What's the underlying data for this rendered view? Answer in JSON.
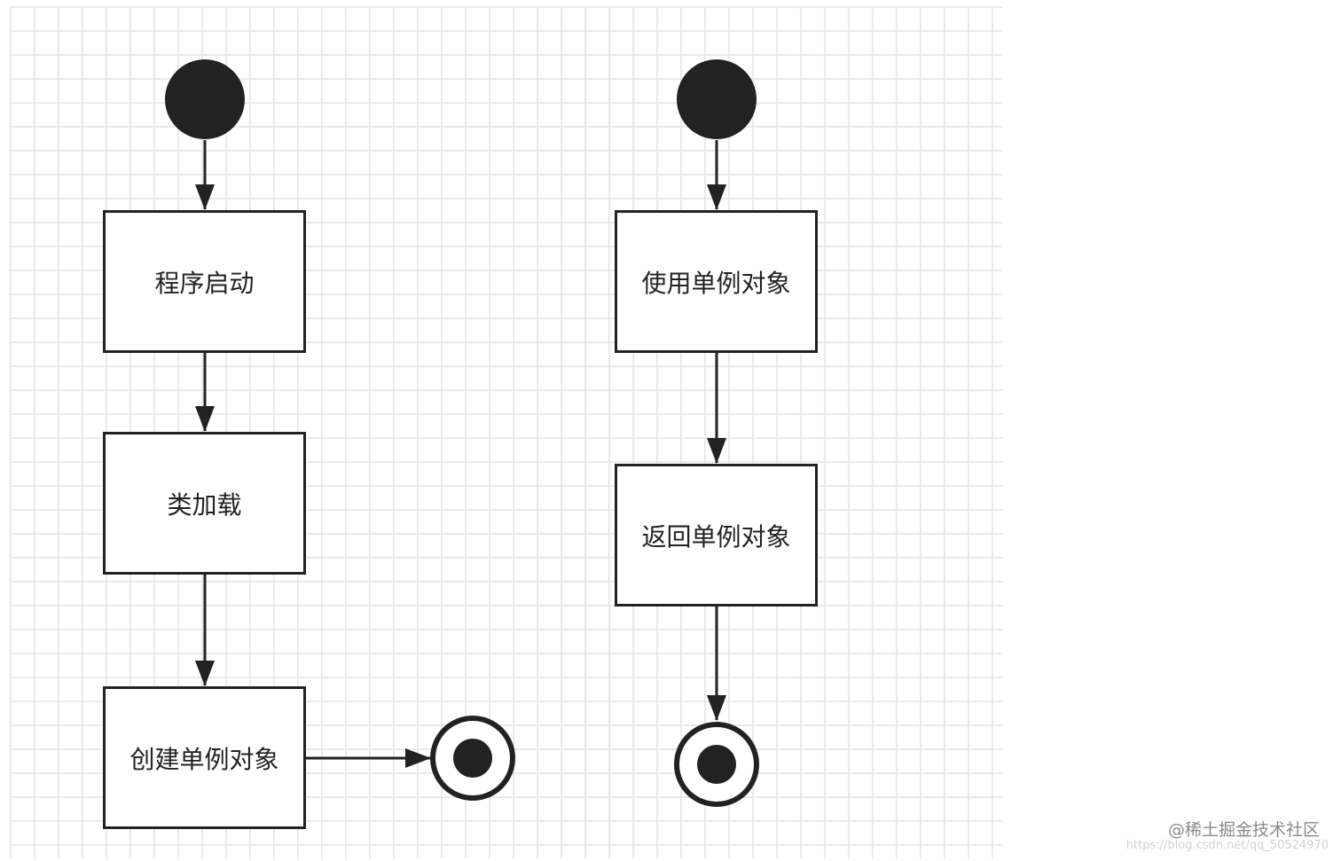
{
  "diagram": {
    "left_flow": {
      "nodes": [
        {
          "id": "start-left",
          "kind": "initial"
        },
        {
          "id": "program-start",
          "kind": "action",
          "label": "程序启动"
        },
        {
          "id": "class-load",
          "kind": "action",
          "label": "类加载"
        },
        {
          "id": "create-singleton",
          "kind": "action",
          "label": "创建单例对象"
        },
        {
          "id": "end-left",
          "kind": "final"
        }
      ],
      "edges": [
        {
          "from": "start-left",
          "to": "program-start"
        },
        {
          "from": "program-start",
          "to": "class-load"
        },
        {
          "from": "class-load",
          "to": "create-singleton"
        },
        {
          "from": "create-singleton",
          "to": "end-left"
        }
      ]
    },
    "right_flow": {
      "nodes": [
        {
          "id": "start-right",
          "kind": "initial"
        },
        {
          "id": "use-singleton",
          "kind": "action",
          "label": "使用单例对象"
        },
        {
          "id": "return-singleton",
          "kind": "action",
          "label": "返回单例对象"
        },
        {
          "id": "end-right",
          "kind": "final"
        }
      ],
      "edges": [
        {
          "from": "start-right",
          "to": "use-singleton"
        },
        {
          "from": "use-singleton",
          "to": "return-singleton"
        },
        {
          "from": "return-singleton",
          "to": "end-right"
        }
      ]
    }
  },
  "watermark": {
    "brand": "@稀土掘金技术社区",
    "url": "https://blog.csdn.net/qq_50524970"
  },
  "colors": {
    "stroke": "#222222",
    "grid": "#e4e4e4",
    "background": "#ffffff"
  }
}
